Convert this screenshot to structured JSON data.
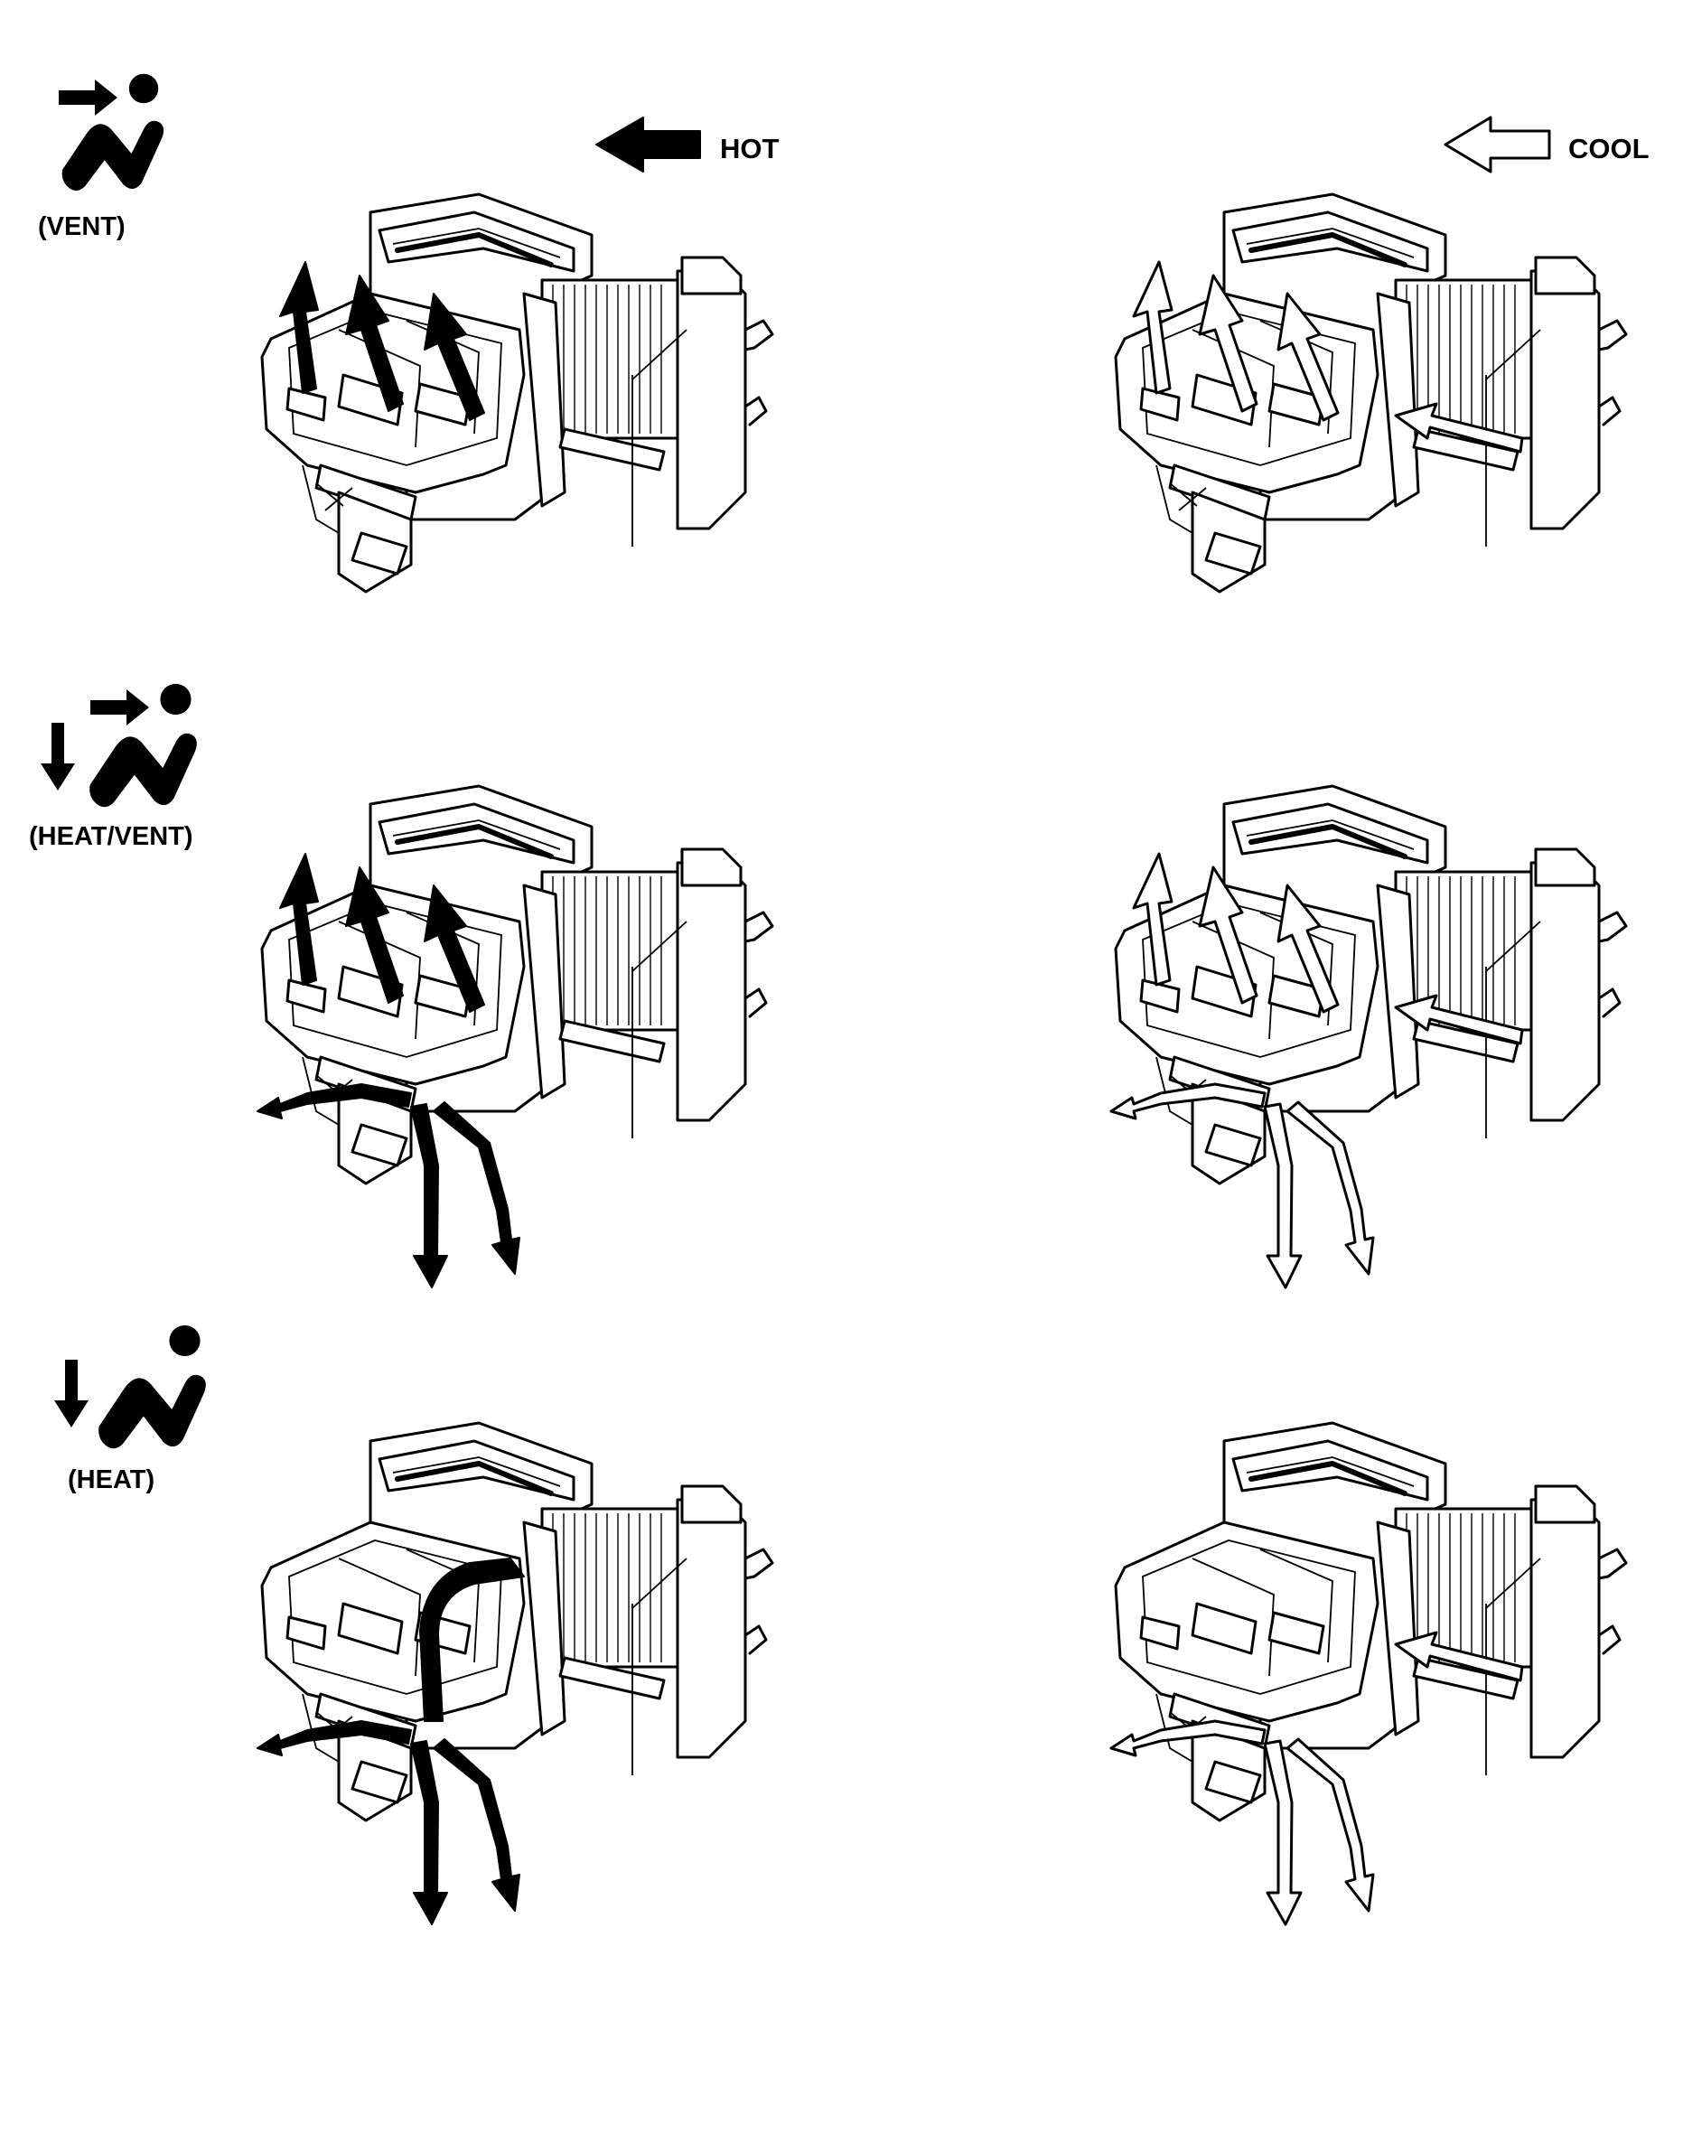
{
  "legend": {
    "hot_label": "HOT",
    "cool_label": "COOL"
  },
  "modes": [
    {
      "key": "vent",
      "label": "(VENT)",
      "icon": "vent-seat-icon"
    },
    {
      "key": "heat_vent",
      "label": "(HEAT/VENT)",
      "icon": "heat-vent-seat-icon"
    },
    {
      "key": "heat",
      "label": "(HEAT)",
      "icon": "heat-seat-icon"
    }
  ],
  "columns": [
    "HOT",
    "COOL"
  ],
  "colors": {
    "hot_flow": "#000000",
    "cool_flow": "#ffffff",
    "line": "#000000",
    "background": "#ffffff"
  }
}
